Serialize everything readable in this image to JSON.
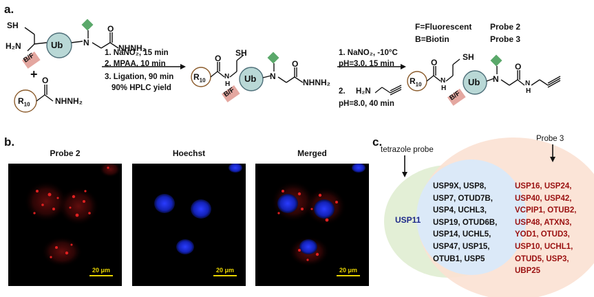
{
  "panel_a": {
    "label": "a.",
    "legend_fluor": "F=Fluorescent",
    "legend_biotin": "B=Biotin",
    "probe2_label": "Probe 2",
    "probe3_label": "Probe 3",
    "ub": "Ub",
    "bf": "B/F",
    "sh": "SH",
    "h2n": "H₂N",
    "plus": "+",
    "r10": "R",
    "r10_sub": "10",
    "nhnh2": "NHNH₂",
    "h2n_alkyne": "H₂N",
    "n": "N",
    "o": "O",
    "h": "H",
    "step1": [
      "1. NaNO₂, 15 min",
      "2. MPAA, 10 min",
      "3. Ligation, 90 min",
      "90% HPLC yield"
    ],
    "step2": [
      "1. NaNO₂, -10°C",
      "pH=3.0, 15 min",
      "2.",
      "pH=8.0, 40 min"
    ]
  },
  "panel_b": {
    "label": "b.",
    "images": [
      {
        "title": "Probe 2",
        "scale": "20 μm"
      },
      {
        "title": "Hoechst",
        "scale": "20 μm"
      },
      {
        "title": "Merged",
        "scale": "20 μm"
      }
    ]
  },
  "panel_c": {
    "label": "c.",
    "tetrazole_label": "tetrazole probe",
    "probe3_label": "Probe 3",
    "green_only": "USP11",
    "overlap": [
      "USP9X, USP8,",
      "USP7, OTUD7B,",
      "USP4, UCHL3,",
      "USP19, OTUD6B,",
      "USP14, UCHL5,",
      "USP47, USP15,",
      "OTUB1, USP5"
    ],
    "probe3_only": [
      "USP16, USP24,",
      "USP40, USP42,",
      "VCPIP1, OTUB2,",
      "USP48, ATXN3,",
      "YOD1, OTUD3,",
      "USP10, UCHL1,",
      "OTUD5, USP3,",
      "UBP25"
    ],
    "colors": {
      "green_circle": "#e3efd6",
      "blue_circle": "#dbe9f8",
      "orange_circle": "#fbe1d3",
      "usp11_text": "#1f2a8a",
      "probe3_text": "#9a1010"
    }
  }
}
